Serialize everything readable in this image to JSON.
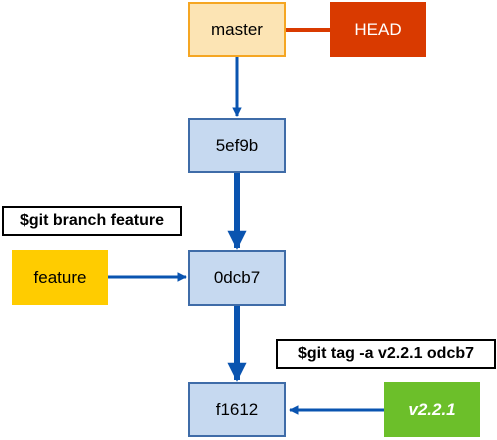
{
  "colors": {
    "branch_fill": "#FCE4B4",
    "branch_border": "#F5A623",
    "commit_fill": "#C6D9F0",
    "commit_border": "#3F6CA8",
    "head_fill": "#D93A00",
    "head_link": "#D93A00",
    "feature_fill": "#FFCC00",
    "tag_fill": "#6CBF2A",
    "arrow": "#0A54B0",
    "command_border": "#000000"
  },
  "nodes": {
    "master": "master",
    "head": "HEAD",
    "commit_1": "5ef9b",
    "commit_2": "0dcb7",
    "commit_3": "f1612",
    "feature": "feature",
    "tag": "v2.2.1"
  },
  "commands": {
    "branch": "$git branch feature",
    "tag": "$git tag -a v2.2.1 odcb7"
  }
}
